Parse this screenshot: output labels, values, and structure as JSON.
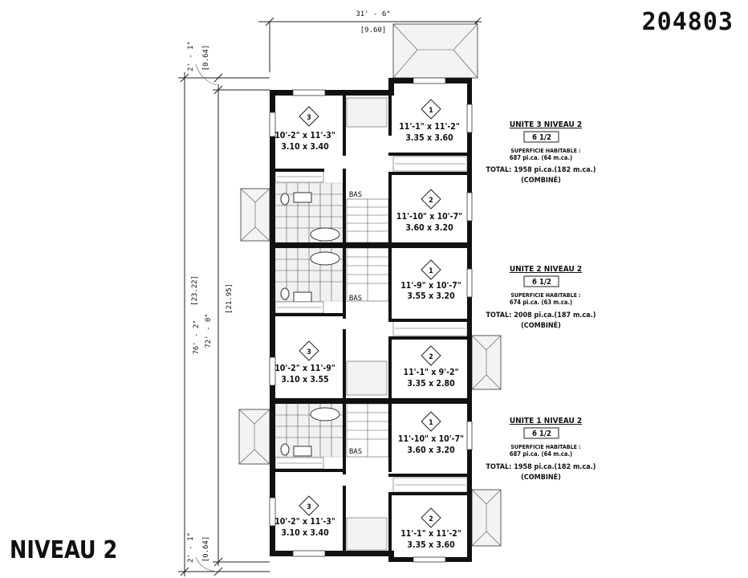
{
  "plan_id": "204803",
  "level_title": "NIVEAU 2",
  "dimensions": {
    "width_imperial": "31' - 6\"",
    "width_metric": "[9.60]",
    "total_length_imperial": "76' - 2\"",
    "total_length_metric": "[23.22]",
    "building_length_imperial": "72' - 0\"",
    "building_length_metric": "[21.95]",
    "offset_top_imperial": "2' - 1\"",
    "offset_top_metric": "[0.64]",
    "offset_bottom_imperial": "2' - 1\"",
    "offset_bottom_metric": "[0.64]"
  },
  "stair_label": "BAS",
  "units": [
    {
      "title": "UNITE 3 NIVEAU 2",
      "type": "6 1/2",
      "area_label": "SUPERFICIE HABITABLE :",
      "area": "687 pi.ca. (64 m.ca.)",
      "total": "TOTAL: 1958 pi.ca.(182 m.ca.)",
      "combined": "(COMBINÉ)",
      "rooms": [
        {
          "num": "3",
          "imperial": "10'-2\" x 11'-3\"",
          "metric": "3.10 x 3.40"
        },
        {
          "num": "1",
          "imperial": "11'-1\" x 11'-2\"",
          "metric": "3.35 x 3.60"
        },
        {
          "num": "2",
          "imperial": "11'-10\" x 10'-7\"",
          "metric": "3.60 x 3.20"
        }
      ]
    },
    {
      "title": "UNITE 2 NIVEAU 2",
      "type": "6 1/2",
      "area_label": "SUPERFICIE HABITABLE :",
      "area": "674 pi.ca. (63 m.ca.)",
      "total": "TOTAL: 2008 pi.ca.(187 m.ca.)",
      "combined": "(COMBINÉ)",
      "rooms": [
        {
          "num": "1",
          "imperial": "11'-9\" x 10'-7\"",
          "metric": "3.55 x 3.20"
        },
        {
          "num": "3",
          "imperial": "10'-2\" x 11'-9\"",
          "metric": "3.10 x 3.55"
        },
        {
          "num": "2",
          "imperial": "11'-1\" x 9'-2\"",
          "metric": "3.35 x 2.80"
        }
      ]
    },
    {
      "title": "UNITE 1 NIVEAU 2",
      "type": "6 1/2",
      "area_label": "SUPERFICIE HABITABLE :",
      "area": "687 pi.ca. (64 m.ca.)",
      "total": "TOTAL: 1958 pi.ca.(182 m.ca.)",
      "combined": "(COMBINÉ)",
      "rooms": [
        {
          "num": "1",
          "imperial": "11'-10\" x 10'-7\"",
          "metric": "3.60 x 3.20"
        },
        {
          "num": "3",
          "imperial": "10'-2\" x 11'-3\"",
          "metric": "3.10 x 3.40"
        },
        {
          "num": "2",
          "imperial": "11'-1\" x 11'-2\"",
          "metric": "3.35 x 3.60"
        }
      ]
    }
  ]
}
